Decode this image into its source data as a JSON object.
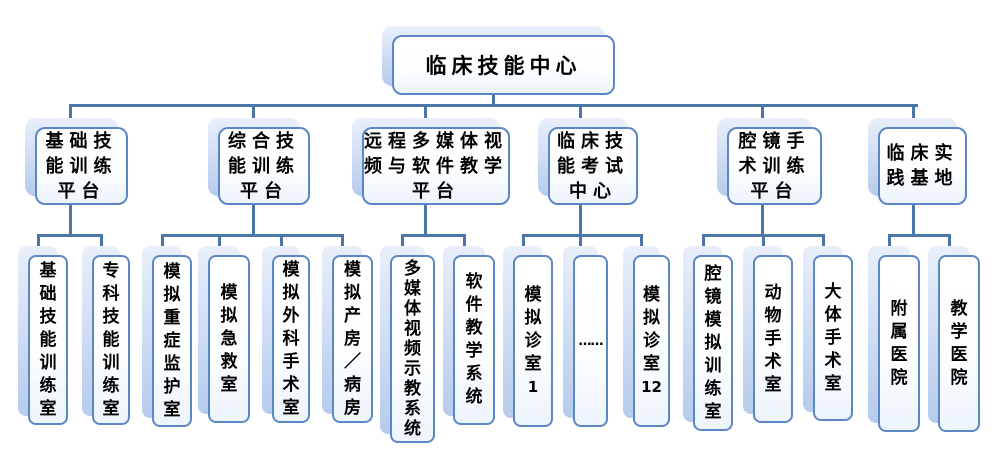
{
  "diagram": {
    "root": {
      "label": "临床技能中心"
    },
    "branches": [
      {
        "label": "基础技\n能训练\n平台",
        "children": [
          {
            "label": "基础技能训练室"
          },
          {
            "label": "专科技能训练室"
          }
        ]
      },
      {
        "label": "综合技\n能训练\n平台",
        "children": [
          {
            "label": "模拟重症监护室"
          },
          {
            "label": "模拟急救室"
          },
          {
            "label": "模拟外科手术室"
          },
          {
            "label": "模拟产房／病房"
          }
        ]
      },
      {
        "label": "远程多媒体视\n频与软件教学\n平台",
        "children": [
          {
            "label": "多媒体视频示教系统"
          },
          {
            "label": "软件教学系统"
          }
        ]
      },
      {
        "label": "临床技\n能考试\n中心",
        "children": [
          {
            "label": "模拟诊室1"
          },
          {
            "label": "……"
          },
          {
            "label": "模拟诊室12"
          }
        ]
      },
      {
        "label": "腔镜手\n术训练\n平台",
        "children": [
          {
            "label": "腔镜模拟训练室"
          },
          {
            "label": "动物手术室"
          },
          {
            "label": "大体手术室"
          }
        ]
      },
      {
        "label": "临床实\n践基地",
        "children": [
          {
            "label": "附属医院"
          },
          {
            "label": "教学医院"
          }
        ]
      }
    ],
    "colors": {
      "connector_line": "#4a76a8",
      "box_border": "#5b87c5",
      "box_fill_top": "#ffffff",
      "box_fill_bottom": "#edf4fc",
      "shadow_top": "#e9effb",
      "shadow_bottom": "#b6cbed",
      "text": "#000000"
    }
  }
}
